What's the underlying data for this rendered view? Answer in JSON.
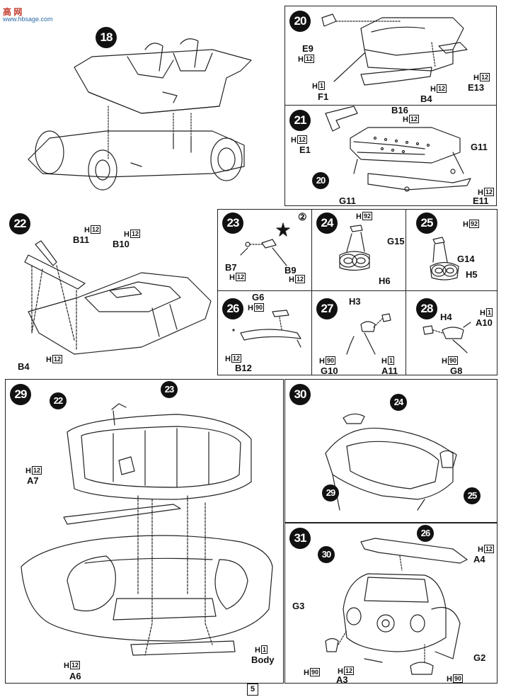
{
  "watermark": {
    "title": "高 网",
    "url": "www.hbsage.com"
  },
  "page_number": "5",
  "steps": {
    "s18": {
      "num": "18"
    },
    "s20": {
      "num": "20",
      "labels": {
        "E9": "E9",
        "F1": "F1",
        "B4": "B4",
        "E13": "E13"
      },
      "codes": {
        "h_e9": "H",
        "h_e9_n": "12",
        "h_f1": "H",
        "h_f1_n": "1",
        "h_b4": "H",
        "h_b4_n": "12",
        "h_e13": "H",
        "h_e13_n": "12"
      }
    },
    "s21": {
      "num": "21",
      "ref": "20",
      "labels": {
        "B16": "B16",
        "E1": "E1",
        "G11a": "G11",
        "G11b": "G11",
        "E11": "E11"
      },
      "codes": {
        "h_b16": "H",
        "h_b16_n": "12",
        "h_e1": "H",
        "h_e1_n": "12",
        "h_e11": "H",
        "h_e11_n": "12"
      }
    },
    "s22": {
      "num": "22",
      "labels": {
        "B11": "B11",
        "B10": "B10",
        "B4": "B4"
      },
      "codes": {
        "h_b11": "H",
        "h_b11_n": "12",
        "h_b10": "H",
        "h_b10_n": "12",
        "h_b4": "H",
        "h_b4_n": "12"
      }
    },
    "s23": {
      "num": "23",
      "paint_ref": "②",
      "labels": {
        "B7": "B7",
        "B9": "B9"
      },
      "codes": {
        "h_b7": "H",
        "h_b7_n": "12",
        "h_b9": "H",
        "h_b9_n": "12"
      }
    },
    "s24": {
      "num": "24",
      "labels": {
        "G15": "G15",
        "H6": "H6"
      },
      "codes": {
        "h_g15": "H",
        "h_g15_n": "92"
      }
    },
    "s25": {
      "num": "25",
      "labels": {
        "G14": "G14",
        "H5": "H5"
      },
      "codes": {
        "h_g14": "H",
        "h_g14_n": "92"
      }
    },
    "s26": {
      "num": "26",
      "labels": {
        "G6": "G6",
        "B12": "B12"
      },
      "codes": {
        "h_g6": "H",
        "h_g6_n": "90",
        "h_b12": "H",
        "h_b12_n": "12"
      }
    },
    "s27": {
      "num": "27",
      "labels": {
        "H3": "H3",
        "G10": "G10",
        "A11": "A11"
      },
      "codes": {
        "h_g10": "H",
        "h_g10_n": "90",
        "h_a11": "H",
        "h_a11_n": "1"
      }
    },
    "s28": {
      "num": "28",
      "labels": {
        "H4": "H4",
        "A10": "A10",
        "G8": "G8"
      },
      "codes": {
        "h_a10": "H",
        "h_a10_n": "1",
        "h_g8": "H",
        "h_g8_n": "90"
      }
    },
    "s29": {
      "num": "29",
      "ref22": "22",
      "ref23": "23",
      "labels": {
        "A7": "A7",
        "A6": "A6",
        "Body": "Body"
      },
      "codes": {
        "h_a7": "H",
        "h_a7_n": "12",
        "h_a6": "H",
        "h_a6_n": "12",
        "h_body": "H",
        "h_body_n": "1"
      }
    },
    "s30": {
      "num": "30",
      "ref24": "24",
      "ref25": "25",
      "ref29": "29"
    },
    "s31": {
      "num": "31",
      "ref30": "30",
      "ref26": "26",
      "labels": {
        "A4": "A4",
        "G3": "G3",
        "A3": "A3",
        "G2": "G2"
      },
      "codes": {
        "h_a4": "H",
        "h_a4_n": "12",
        "h_g3": "H",
        "h_g3_n": "90",
        "h_a3": "H",
        "h_a3_n": "12",
        "h_g2": "H",
        "h_g2_n": "90"
      }
    }
  }
}
